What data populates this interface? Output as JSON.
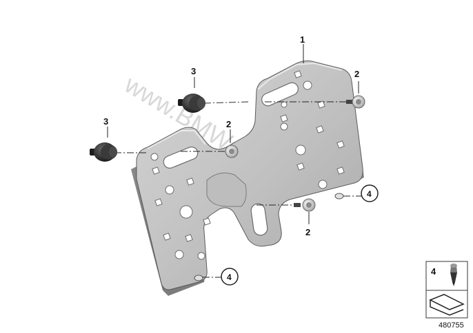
{
  "callouts": {
    "plate": "1",
    "screw_upper_right": "2",
    "screw_middle": "2",
    "screw_lower": "2",
    "nut_upper": "3",
    "nut_lower": "3",
    "pin_right": "4",
    "pin_bottom": "4"
  },
  "watermark": "www.BMWstore.pl",
  "legend": {
    "number": "4",
    "reference": "480755"
  }
}
